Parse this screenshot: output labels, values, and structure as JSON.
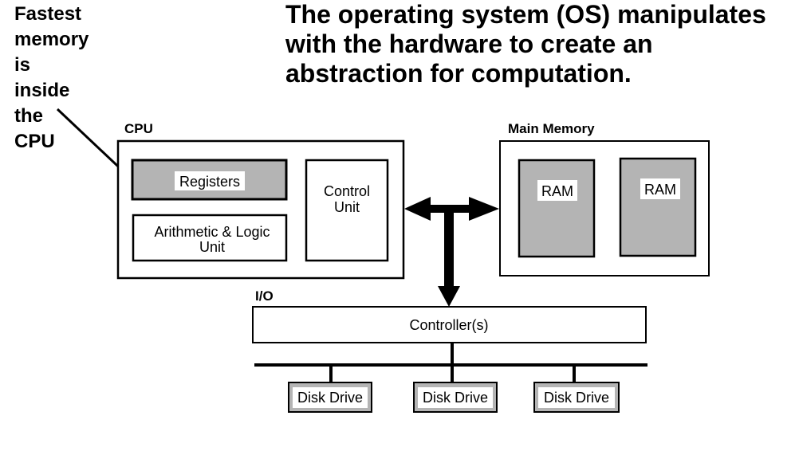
{
  "title": "The operating system (OS) manipulates\nwith the hardware to create an\nabstraction for computation.",
  "callout": "Fastest\nmemory\nis\ninside\nthe\nCPU",
  "diagram": {
    "cpu_label": "CPU",
    "registers": "Registers",
    "alu_line1": "Arithmetic & Logic",
    "alu_line2": "Unit",
    "control_line1": "Control",
    "control_line2": "Unit",
    "main_memory_label": "Main Memory",
    "ram1": "RAM",
    "ram2": "RAM",
    "io_label": "I/O",
    "controller": "Controller(s)",
    "disk_drives": [
      "Disk Drive",
      "Disk Drive",
      "Disk Drive"
    ]
  },
  "colors": {
    "component_fill": "#b4b4b4",
    "background_panel": "#ffffff",
    "line": "#000000"
  }
}
